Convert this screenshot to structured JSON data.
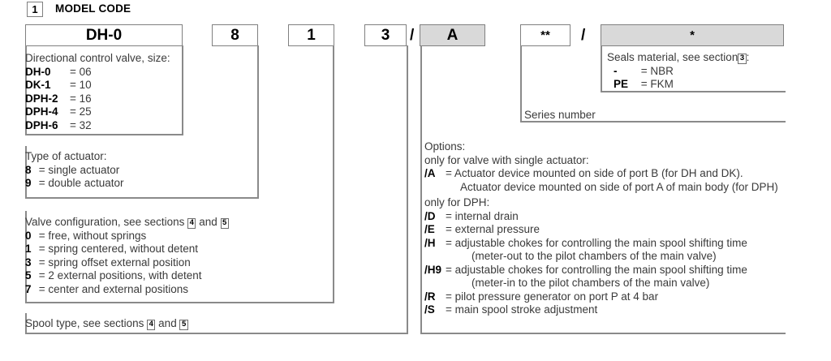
{
  "header": {
    "section_number": "1",
    "title": "MODEL CODE"
  },
  "code_boxes": [
    {
      "name": "model-prefix",
      "value": "DH-0",
      "shaded": false
    },
    {
      "name": "actuator-type",
      "value": "8",
      "shaded": false
    },
    {
      "name": "valve-configuration",
      "value": "1",
      "shaded": false
    },
    {
      "name": "spool-type",
      "value": "3",
      "shaded": false
    },
    {
      "name": "options",
      "value": "A",
      "shaded": true
    },
    {
      "name": "series-number",
      "value": "**",
      "shaded": false
    },
    {
      "name": "seals-material",
      "value": "*",
      "shaded": true
    }
  ],
  "separators": {
    "slash_1": "/",
    "slash_2": "/"
  },
  "blocks": {
    "size": {
      "title": "Directional control valve, size:",
      "rows": [
        {
          "key": "DH-0",
          "eq": "=",
          "value": "06"
        },
        {
          "key": "DK-1",
          "eq": "=",
          "value": "10"
        },
        {
          "key": "DPH-2",
          "eq": "=",
          "value": "16"
        },
        {
          "key": "DPH-4",
          "eq": "=",
          "value": "25"
        },
        {
          "key": "DPH-6",
          "eq": "=",
          "value": "32"
        }
      ]
    },
    "actuator": {
      "title": "Type of actuator:",
      "rows": [
        {
          "key": "8",
          "eq": "=",
          "value": "single actuator"
        },
        {
          "key": "9",
          "eq": "=",
          "value": "double actuator"
        }
      ]
    },
    "configuration": {
      "title_pre": "Valve configuration, see sections",
      "ref_1": "4",
      "title_mid": "and",
      "ref_2": "5",
      "rows": [
        {
          "key": "0",
          "eq": "=",
          "value": "free, without springs"
        },
        {
          "key": "1",
          "eq": "=",
          "value": "spring centered, without detent"
        },
        {
          "key": "3",
          "eq": "=",
          "value": "spring offset external position"
        },
        {
          "key": "5",
          "eq": "=",
          "value": "2 external positions, with detent"
        },
        {
          "key": "7",
          "eq": "=",
          "value": "center and external positions"
        }
      ]
    },
    "spool": {
      "title_pre": "Spool type, see sections",
      "ref_1": "4",
      "title_mid": "and",
      "ref_2": "5"
    },
    "options": {
      "title": "Options:",
      "group_1_title": "only for valve with single actuator:",
      "group_1_rows": [
        {
          "key": "/A",
          "eq": "=",
          "value": "Actuator device mounted on side of port B (for DH and DK)."
        },
        {
          "key": "",
          "eq": "",
          "value": "Actuator device mounted on side of port A of main body (for DPH)"
        }
      ],
      "group_2_title": "only for DPH:",
      "group_2_rows": [
        {
          "key": "/D",
          "eq": "=",
          "value": "internal drain"
        },
        {
          "key": "/E",
          "eq": "=",
          "value": "external pressure"
        },
        {
          "key": "/H",
          "eq": "=",
          "value": "adjustable chokes for controlling the main spool shifting time"
        },
        {
          "key": "",
          "eq": "",
          "value": "(meter-out to the pilot chambers of the main valve)"
        },
        {
          "key": "/H9",
          "eq": "=",
          "value": "adjustable chokes for controlling the main spool shifting time"
        },
        {
          "key": "",
          "eq": "",
          "value": "(meter-in to the pilot chambers of the main valve)"
        },
        {
          "key": "/R",
          "eq": "=",
          "value": "pilot pressure generator on port P at 4 bar"
        },
        {
          "key": "/S",
          "eq": "=",
          "value": "main spool stroke adjustment"
        }
      ]
    },
    "series": {
      "title": "Series number"
    },
    "seals": {
      "title_pre": "Seals material, see section",
      "ref_1": "3",
      "title_post": ":",
      "rows": [
        {
          "key": "-",
          "eq": "=",
          "value": "NBR"
        },
        {
          "key": "PE",
          "eq": "=",
          "value": "FKM"
        }
      ]
    }
  },
  "colors": {
    "shaded_box": "#d9d9d9",
    "rule": "#8a8a8a",
    "text": "#3a3a3a"
  }
}
